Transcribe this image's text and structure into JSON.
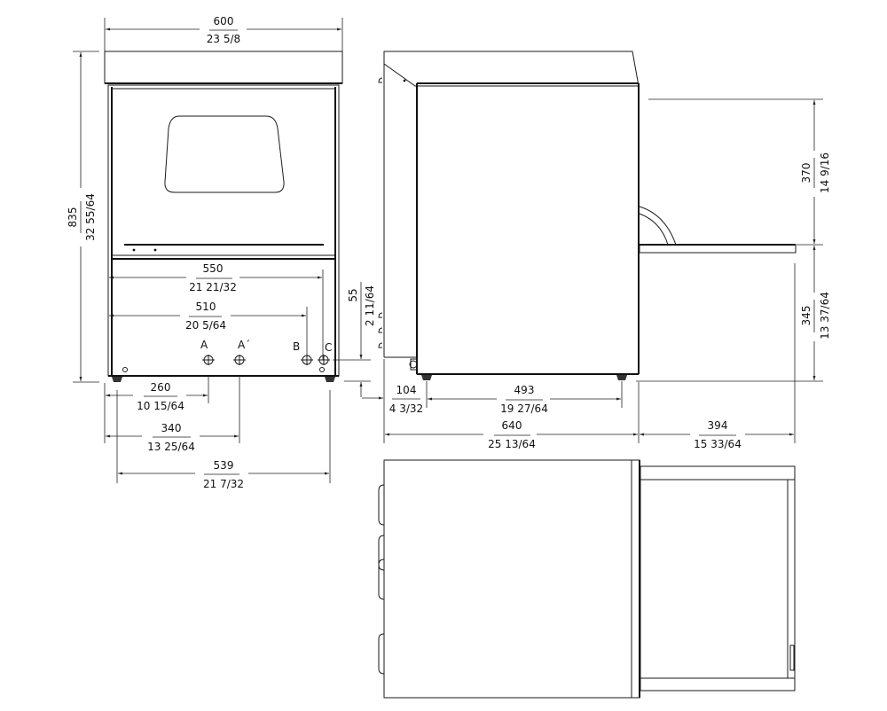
{
  "views": {
    "front": {
      "width": {
        "mm": "600",
        "in": "23 5/8"
      },
      "height": {
        "mm": "835",
        "in": "32 55/64"
      },
      "inner_width": {
        "mm": "550",
        "in": "21 21/32"
      },
      "pipe_span": {
        "mm": "510",
        "in": "20 5/64"
      },
      "conn_a": {
        "mm": "260",
        "in": "10 15/64"
      },
      "conn_a2": {
        "mm": "340",
        "in": "13 25/64"
      },
      "feet_span": {
        "mm": "539",
        "in": "21 7/32"
      },
      "connection_labels": [
        "A",
        "A´",
        "B",
        "C"
      ]
    },
    "side": {
      "conn_height": {
        "mm": "55",
        "in": "2 11/64"
      },
      "front_offset": {
        "mm": "104",
        "in": "4 3/32"
      },
      "feet_span": {
        "mm": "493",
        "in": "19 27/64"
      },
      "depth": {
        "mm": "640",
        "in": "25 13/64"
      },
      "door_open": {
        "mm": "394",
        "in": "15 33/64"
      },
      "upper_clearance": {
        "mm": "370",
        "in": "14 9/16"
      },
      "door_height": {
        "mm": "345",
        "in": "13 37/64"
      }
    }
  },
  "colors": {
    "line": "#111111",
    "background": "#ffffff"
  }
}
